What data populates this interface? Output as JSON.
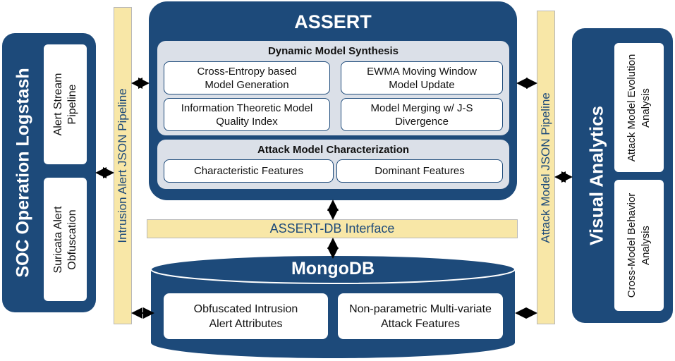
{
  "soc": {
    "title": "SOC Operation Logstash",
    "alert_stream": "Alert Stream Pipeline",
    "suricata": "Suricata Alert Obfuscation"
  },
  "intrusion_pipeline": "Intrusion Alert JSON Pipeline",
  "assert": {
    "title": "ASSERT",
    "dms": {
      "title": "Dynamic Model Synthesis",
      "cross_entropy": "Cross-Entropy based Model Generation",
      "ewma": "EWMA Moving Window Model Update",
      "info_theoretic": "Information Theoretic Model Quality Index",
      "model_merging": "Model Merging w/ J-S Divergence"
    },
    "amc": {
      "title": "Attack Model Characterization",
      "characteristic": "Characteristic Features",
      "dominant": "Dominant Features"
    }
  },
  "db_interface": "ASSERT-DB Interface",
  "mongodb": {
    "title": "MongoDB",
    "obfuscated": "Obfuscated Intrusion Alert Attributes",
    "nonparametric": "Non-parametric Multi-variate Attack Features"
  },
  "attack_pipeline": "Attack Model JSON Pipeline",
  "visual": {
    "title": "Visual Analytics",
    "evolution": "Attack Model Evolution Analysis",
    "cross_model": "Cross-Model Behavior Analysis"
  },
  "colors": {
    "navy": "#1d4a7a",
    "yellow": "#f8e7a7",
    "grey": "#dbe0e8"
  }
}
